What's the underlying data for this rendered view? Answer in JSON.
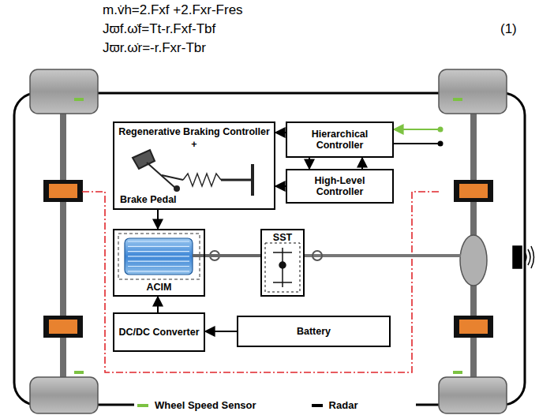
{
  "diagram": {
    "nodes": [
      {
        "text": [
          "Regenerative Braking Controller",
          "+",
          "Brake Pedal"
        ]
      },
      {
        "text": [
          "Hierarchical Controller"
        ]
      },
      {
        "text": [
          "High-Level Controller"
        ]
      },
      {
        "text": [
          "ACIM"
        ]
      },
      {
        "text": [
          "SST"
        ]
      },
      {
        "text": [
          "DC/DC Converter"
        ]
      },
      {
        "text": [
          "Battery"
        ]
      }
    ],
    "edges": [
      {
        "from": 1,
        "to": 0,
        "arrow": "to"
      },
      {
        "from": 1,
        "to": 2,
        "arrow": "to"
      },
      {
        "from": 2,
        "to": 1,
        "arrow": "to"
      },
      {
        "from": 2,
        "to": 0,
        "arrow": "to"
      },
      {
        "from": 0,
        "to": 3,
        "arrow": "to"
      },
      {
        "from": 5,
        "to": 3,
        "arrow": "to"
      },
      {
        "from": 6,
        "to": 5,
        "arrow": "to"
      },
      {
        "from": 3,
        "to": 4,
        "arrow": "none"
      }
    ],
    "labels": [
      "m.v̇h=2.Fxf +2.Fxr-Fres",
      "Jϖf.ω̇f=Tt-r.Fxf-Tbf",
      "Jϖr.ω̇r=-r.Fxr-Tbr",
      "(1)"
    ],
    "legend": [
      {
        "text": "Wheel Speed Sensor",
        "color": "#7cc242"
      },
      {
        "text": "Radar",
        "color": "#000000"
      }
    ]
  }
}
